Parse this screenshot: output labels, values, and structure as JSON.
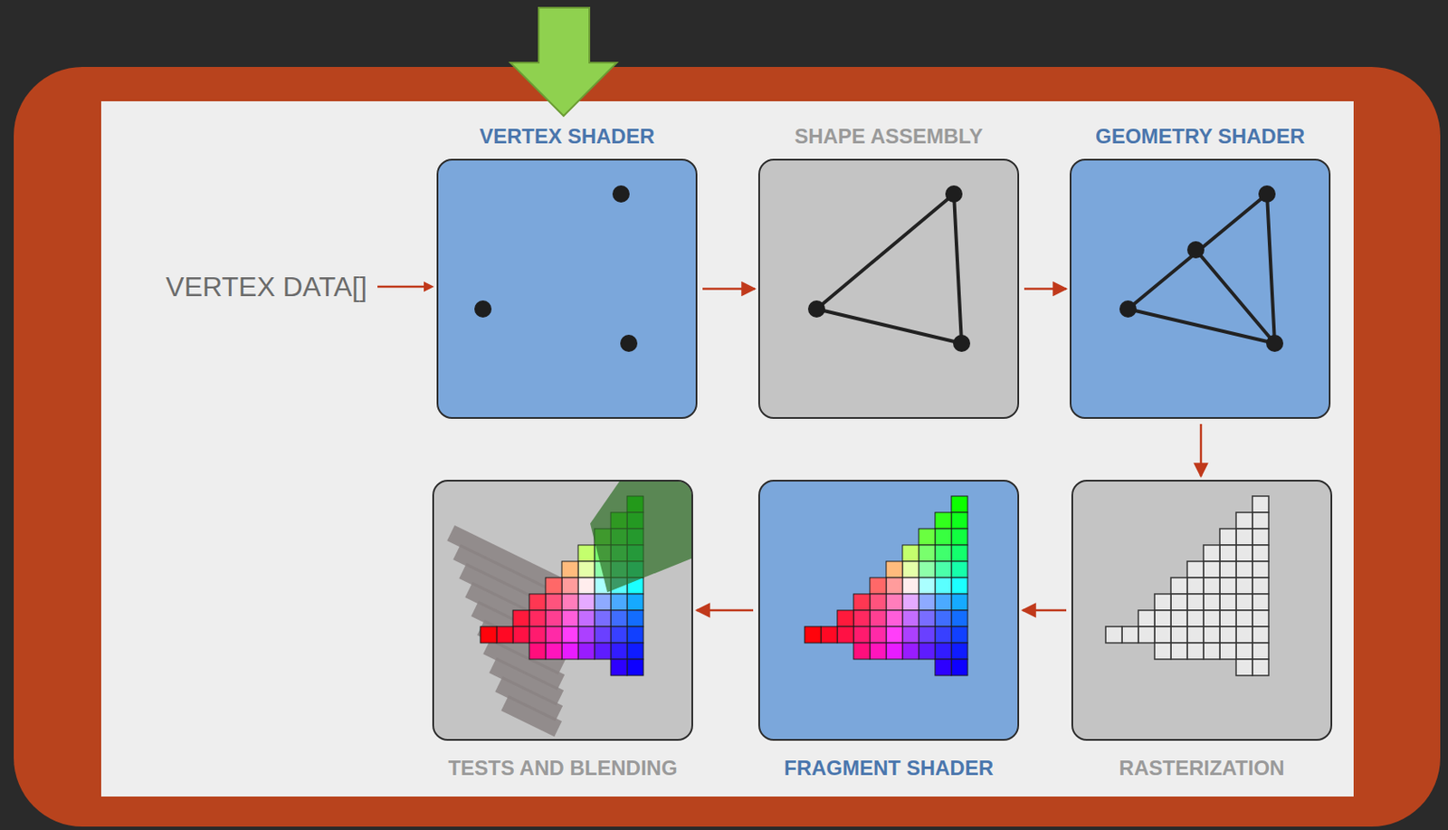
{
  "diagram": {
    "nodes": [
      {
        "text": [
          "VERTEX SHADER"
        ]
      },
      {
        "text": [
          "SHAPE ASSEMBLY"
        ]
      },
      {
        "text": [
          "GEOMETRY SHADER"
        ]
      },
      {
        "text": [
          "TESTS AND BLENDING"
        ]
      },
      {
        "text": [
          "FRAGMENT SHADER"
        ]
      },
      {
        "text": [
          "RASTERIZATION"
        ]
      }
    ],
    "edges": [
      {
        "from": 0,
        "to": 1,
        "arrow": "to"
      },
      {
        "from": 1,
        "to": 2,
        "arrow": "to"
      },
      {
        "from": 2,
        "to": 5,
        "arrow": "to"
      },
      {
        "from": 5,
        "to": 4,
        "arrow": "to"
      },
      {
        "from": 4,
        "to": 3,
        "arrow": "to"
      }
    ],
    "labels": [
      "VERTEX DATA[]"
    ]
  }
}
